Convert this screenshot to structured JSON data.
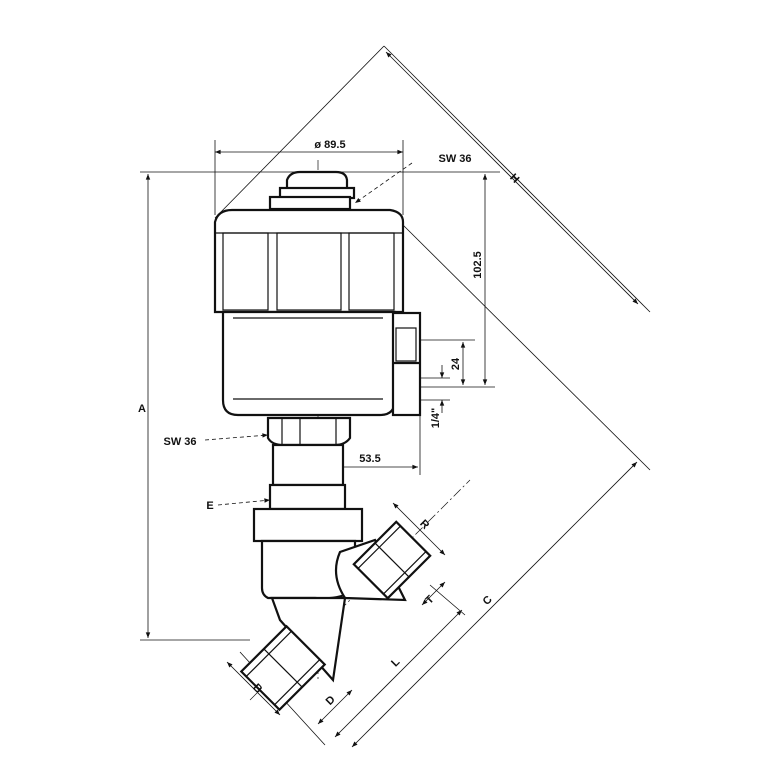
{
  "drawing": {
    "dimensions": {
      "diameter": "ø 89.5",
      "wrench_top": "SW 36",
      "wrench_left": "SW 36",
      "height_actuator": "102.5",
      "port_spacing": "24",
      "port_thread": "1/4\"",
      "port_offset": "53.5",
      "A": "A",
      "H": "H",
      "C": "C",
      "E": "E",
      "R": "R",
      "T": "T",
      "L": "L",
      "B": "B",
      "D": "D"
    },
    "colors": {
      "line": "#111111",
      "background": "#ffffff"
    }
  }
}
